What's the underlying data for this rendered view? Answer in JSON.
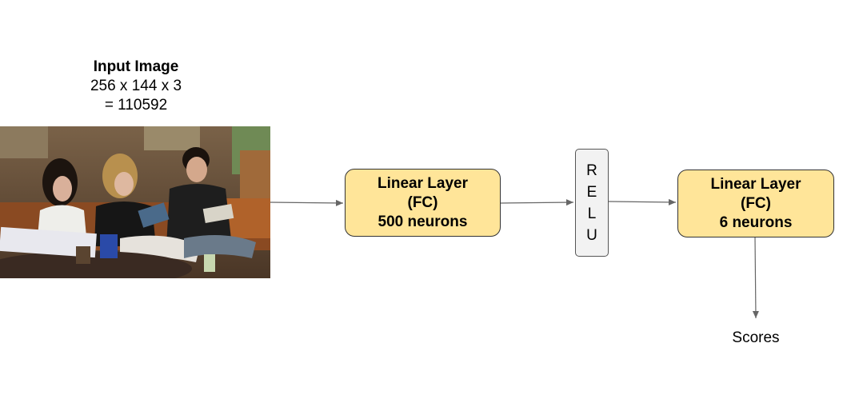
{
  "input": {
    "title": "Input Image",
    "dims": "256 x 144 x 3",
    "total": "= 110592"
  },
  "layer1": {
    "line1": "Linear Layer",
    "line2": "(FC)",
    "line3": "500 neurons"
  },
  "activation": {
    "letters": [
      "R",
      "E",
      "L",
      "U"
    ]
  },
  "layer2": {
    "line1": "Linear Layer",
    "line2": "(FC)",
    "line3": "6 neurons"
  },
  "output": {
    "label": "Scores"
  },
  "colors": {
    "layer_fill": "#ffe599",
    "activation_fill": "#f2f2f2",
    "arrow": "#666666"
  }
}
